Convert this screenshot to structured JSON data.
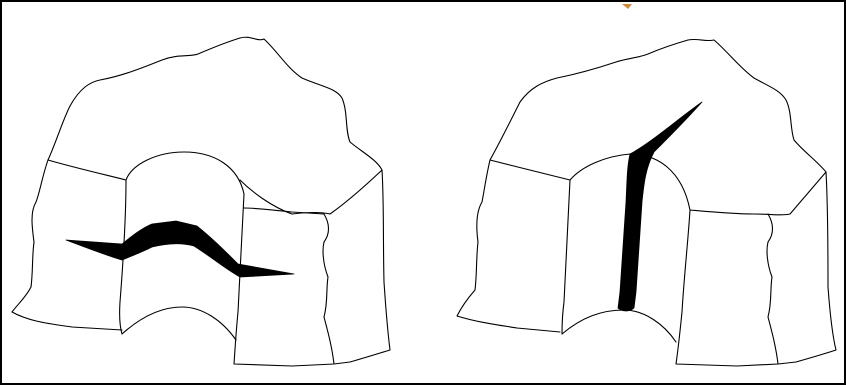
{
  "figure": {
    "panels": [
      {
        "id": "left",
        "crack_orientation": "horizontal"
      },
      {
        "id": "right",
        "crack_orientation": "vertical"
      }
    ],
    "colors": {
      "frame": "#000000",
      "outline": "#000000",
      "crack": "#000000",
      "background": "#ffffff",
      "top_mark": "#d08a3a"
    }
  }
}
